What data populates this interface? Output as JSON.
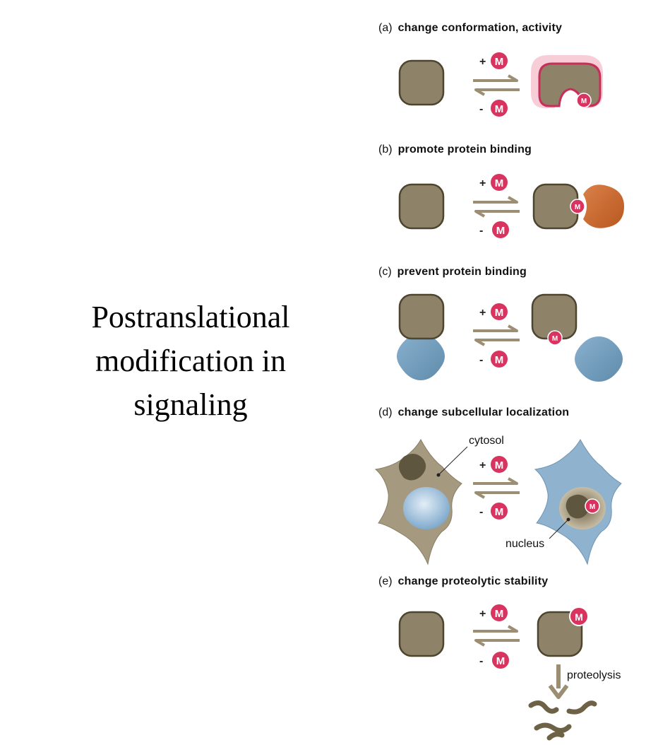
{
  "title": "Postranslational modification in signaling",
  "title_lines": [
    "Postranslational",
    "modification in",
    "signaling"
  ],
  "panels": [
    {
      "letter": "(a)",
      "text": "change conformation, activity"
    },
    {
      "letter": "(b)",
      "text": "promote protein binding"
    },
    {
      "letter": "(c)",
      "text": "prevent protein binding"
    },
    {
      "letter": "(d)",
      "text": "change subcellular localization"
    },
    {
      "letter": "(e)",
      "text": "change proteolytic stability"
    }
  ],
  "modifier": "M",
  "plus": "+",
  "minus": "-",
  "annotations": {
    "cytosol": "cytosol",
    "nucleus": "nucleus",
    "proteolysis": "proteolysis"
  },
  "colors": {
    "protein": "#8e8268",
    "protein_edge": "#4e452f",
    "modifier": "#d8345f",
    "binder_orange": "#cc6a30",
    "binder_blue": "#6f9bbd",
    "cell_tan": "#a59a80",
    "cell_blue": "#8fb3cf",
    "arrow": "#9c8e72"
  }
}
